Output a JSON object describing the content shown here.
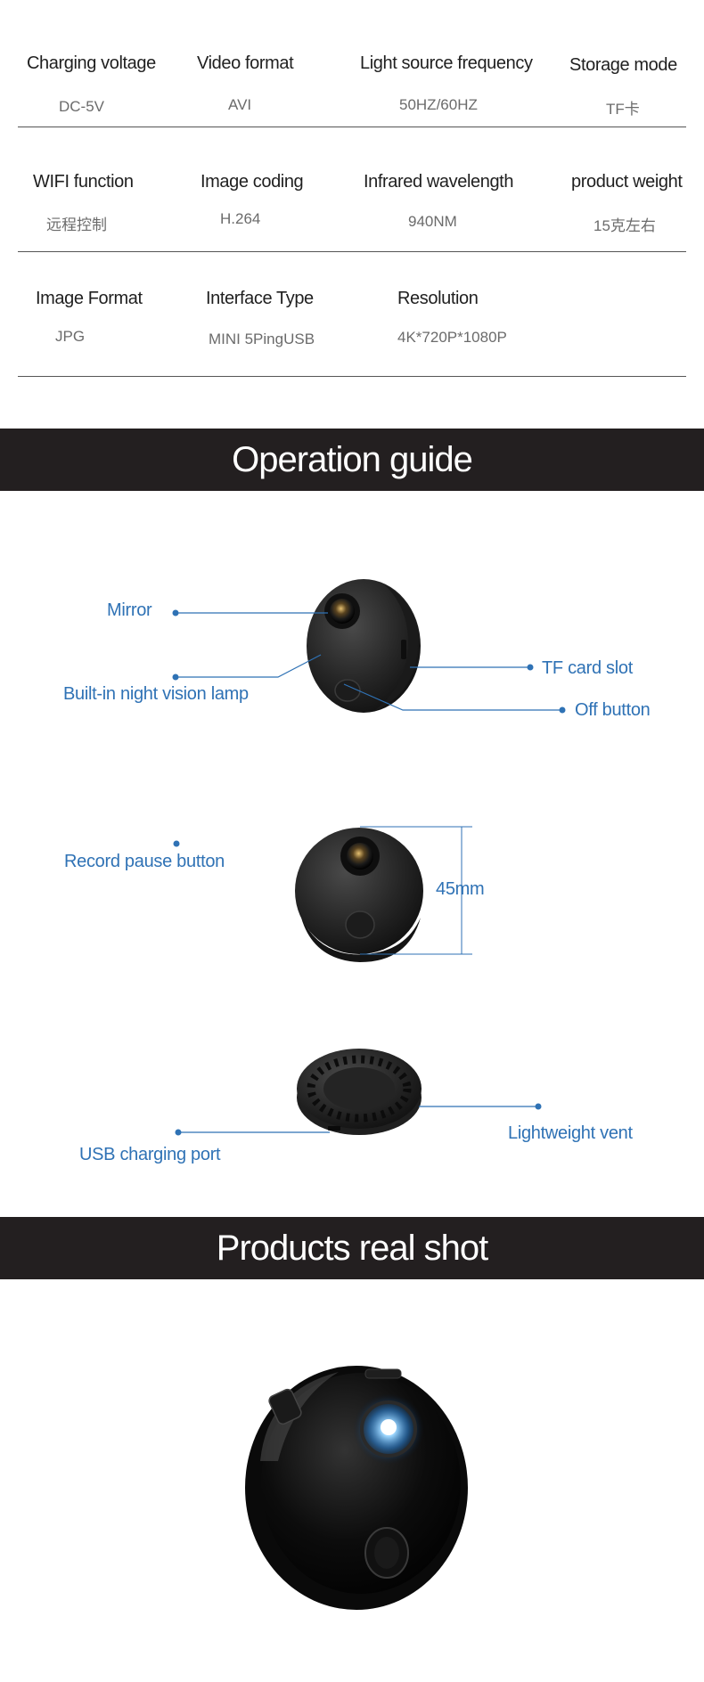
{
  "specs": {
    "row1": [
      {
        "label": "Charging voltage",
        "value": "DC-5V"
      },
      {
        "label": "Video format",
        "value": "AVI"
      },
      {
        "label": "Light source frequency",
        "value": "50HZ/60HZ"
      },
      {
        "label": "Storage mode",
        "value": "TF卡"
      }
    ],
    "row2": [
      {
        "label": "WIFI function",
        "value": "远程控制"
      },
      {
        "label": "Image coding",
        "value": "H.264"
      },
      {
        "label": "Infrared wavelength",
        "value": "940NM"
      },
      {
        "label": "product weight",
        "value": "15克左右"
      }
    ],
    "row3": [
      {
        "label": "Image Format",
        "value": "JPG"
      },
      {
        "label": "Interface Type",
        "value": "MINI 5PingUSB"
      },
      {
        "label": "Resolution",
        "value": "4K*720P*1080P"
      }
    ]
  },
  "sections": {
    "operation_guide": "Operation guide",
    "real_shot": "Products real shot"
  },
  "callouts": {
    "mirror": "Mirror",
    "night_lamp": "Built-in night vision lamp",
    "tf_slot": "TF card slot",
    "off_button": "Off button",
    "record_pause": "Record pause button",
    "size": "45mm",
    "usb_port": "USB charging port",
    "vent": "Lightweight vent"
  },
  "colors": {
    "accent": "#2f72b5",
    "band": "#231f20",
    "label": "#1f1f1f",
    "value": "#6b6b6b"
  }
}
